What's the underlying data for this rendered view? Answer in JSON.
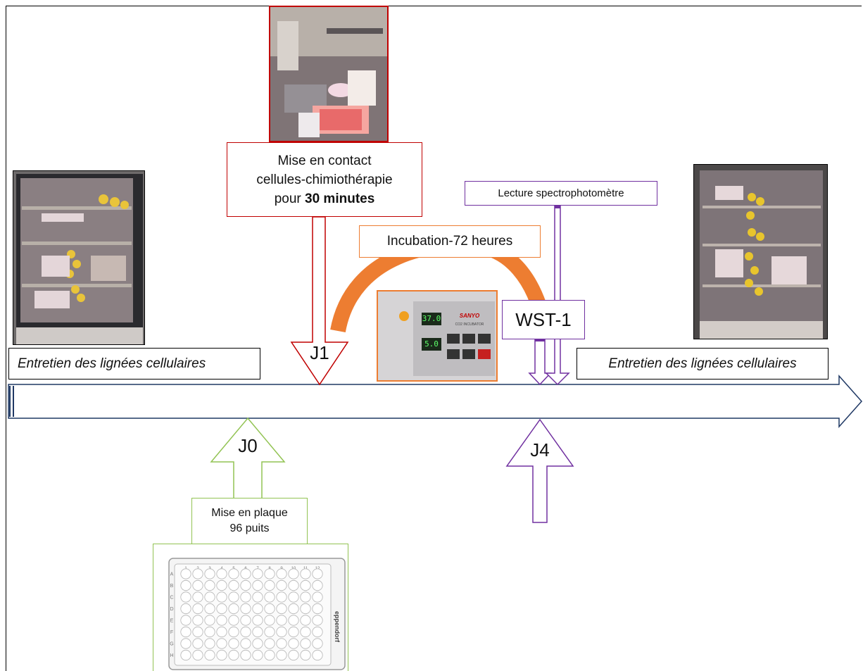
{
  "timeline": {
    "maintenance_left": "Entretien des lignées cellulaires",
    "maintenance_right": "Entretien des lignées cellulaires"
  },
  "steps": {
    "j0": {
      "day": "J0",
      "label_line1": "Mise en plaque",
      "label_line2": "96 puits",
      "color": "#92c353"
    },
    "j1": {
      "day": "J1",
      "label_line1": "Mise en contact",
      "label_line2": "cellules-chimiothérapie",
      "label_line3_prefix": "pour ",
      "label_line3_bold": "30 minutes",
      "color": "#c00000"
    },
    "incubation": {
      "label": "Incubation-72 heures",
      "color": "#ed7d31"
    },
    "j4": {
      "day": "J4",
      "reagent": "WST-1",
      "reading": "Lecture spectrophotomètre",
      "color": "#7030a0"
    }
  },
  "images": {
    "incubator_display": {
      "brand": "SANYO",
      "model": "CO2 INCUBATOR",
      "temp": "37.0",
      "co2": "5.0"
    },
    "plate": {
      "rows": [
        "A",
        "B",
        "C",
        "D",
        "E",
        "F",
        "G",
        "H"
      ],
      "cols": [
        "1",
        "2",
        "3",
        "4",
        "5",
        "6",
        "7",
        "8",
        "9",
        "10",
        "11",
        "12"
      ],
      "brand": "eppendorf"
    }
  },
  "colors": {
    "timeline_stroke": "#1f3864",
    "accent_green": "#92c353",
    "accent_red": "#c00000",
    "accent_orange": "#ed7d31",
    "accent_purple": "#7030a0"
  }
}
